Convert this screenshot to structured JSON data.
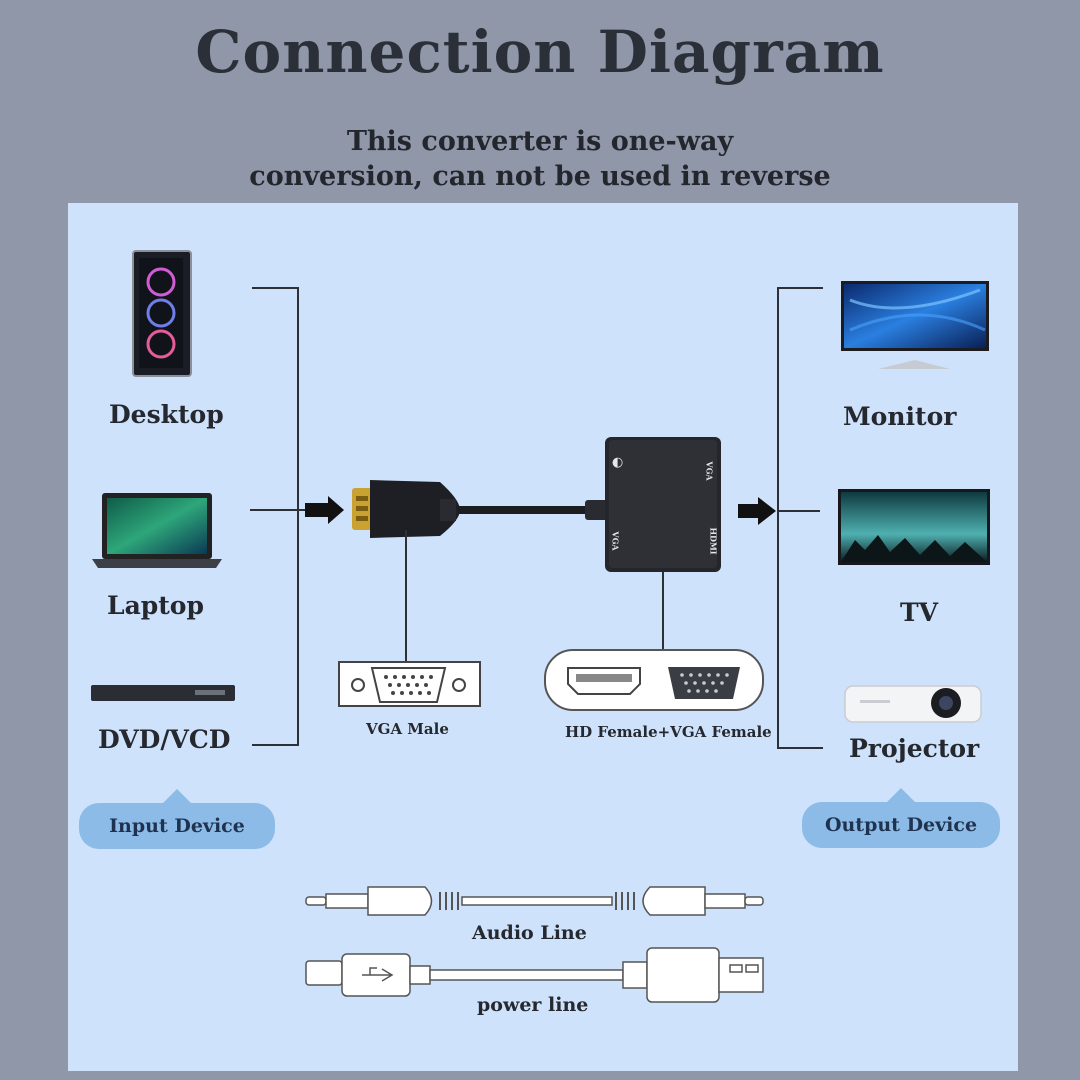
{
  "title": "Connection Diagram",
  "subtitle": {
    "line1": "This converter is one-way",
    "line2": "conversion, can not be used in reverse"
  },
  "inputs": {
    "desktop": "Desktop",
    "laptop": "Laptop",
    "dvd": "DVD/VCD",
    "group": "Input Device"
  },
  "outputs": {
    "monitor": "Monitor",
    "tv": "TV",
    "projector": "Projector",
    "group": "Output Device"
  },
  "connectors": {
    "vga_male": "VGA Male",
    "female": "HD Female+VGA Female"
  },
  "port_labels": {
    "audio": "◐",
    "vga_out": "VGA",
    "vga_side": "VGA",
    "hdmi": "HDMI"
  },
  "cables": {
    "audio": "Audio Line",
    "power": "power line"
  },
  "colors": {
    "background": "#8f97a9",
    "panel": "#cfe2fb",
    "bubble": "#8bbbe6"
  }
}
